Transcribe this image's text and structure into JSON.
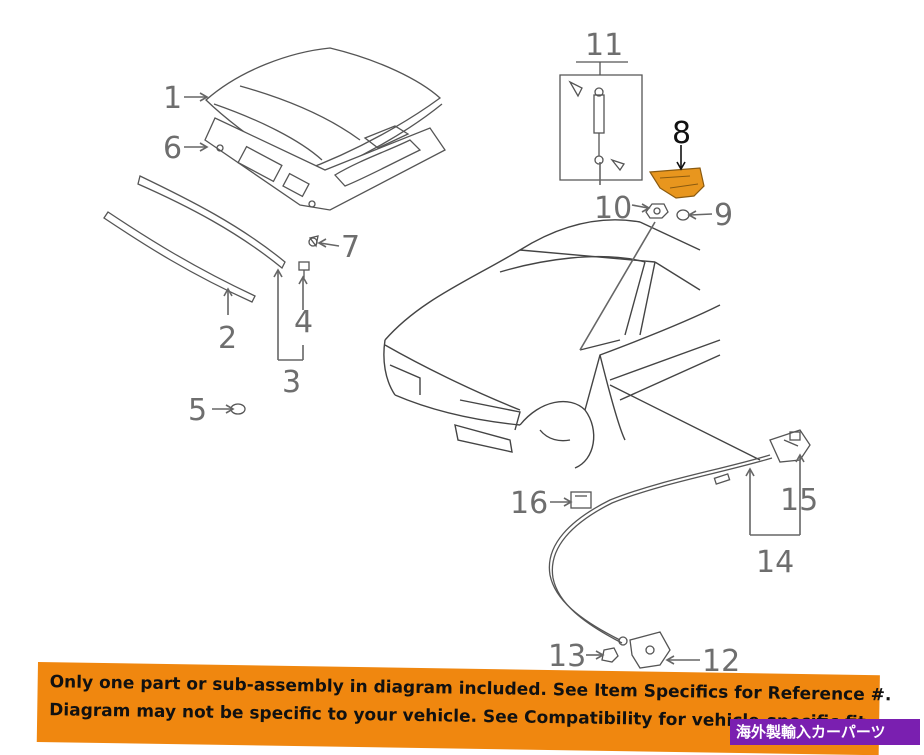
{
  "callouts": {
    "n1": "1",
    "n2": "2",
    "n3": "3",
    "n4": "4",
    "n5": "5",
    "n6": "6",
    "n7": "7",
    "n8": "8",
    "n9": "9",
    "n10": "10",
    "n11": "11",
    "n12": "12",
    "n13": "13",
    "n14": "14",
    "n15": "15",
    "n16": "16"
  },
  "highlight_color": "#e8961e",
  "banner": {
    "line1": "Only one part or sub-assembly in diagram included. See Item Specifics for Reference #.",
    "line2": "Diagram may not be specific to your vehicle. See Compatibility for vehicle-specific fit.",
    "color": "#f0870f"
  },
  "watermark": {
    "text": "海外製輸入カーパーツ",
    "color": "#7a1fb0"
  }
}
